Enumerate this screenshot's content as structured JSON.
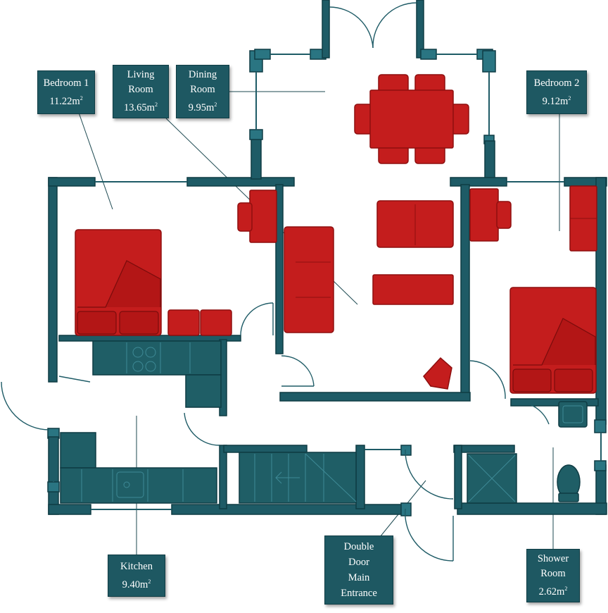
{
  "rooms": [
    {
      "id": "bedroom1",
      "name": "Bedroom 1",
      "area": "11.22",
      "unit": "m",
      "sup": "2"
    },
    {
      "id": "living",
      "name": "Living\nRoom",
      "area": "13.65",
      "unit": "m",
      "sup": "2"
    },
    {
      "id": "dining",
      "name": "Dining\nRoom",
      "area": "9.95",
      "unit": "m",
      "sup": "2"
    },
    {
      "id": "bedroom2",
      "name": "Bedroom 2",
      "area": "9.12",
      "unit": "m",
      "sup": "2"
    },
    {
      "id": "kitchen",
      "name": "Kitchen",
      "area": "9.40",
      "unit": "m",
      "sup": "2"
    },
    {
      "id": "shower",
      "name": "Shower\nRoom",
      "area": "2.62",
      "unit": "m",
      "sup": "2"
    }
  ],
  "entrance": {
    "name": "Double\nDoor\nMain\nEntrance"
  },
  "colors": {
    "wall": "#1e5b66",
    "furniture": "#c41d1d",
    "label_bg": "#1e5862",
    "label_text": "#ffffff"
  }
}
